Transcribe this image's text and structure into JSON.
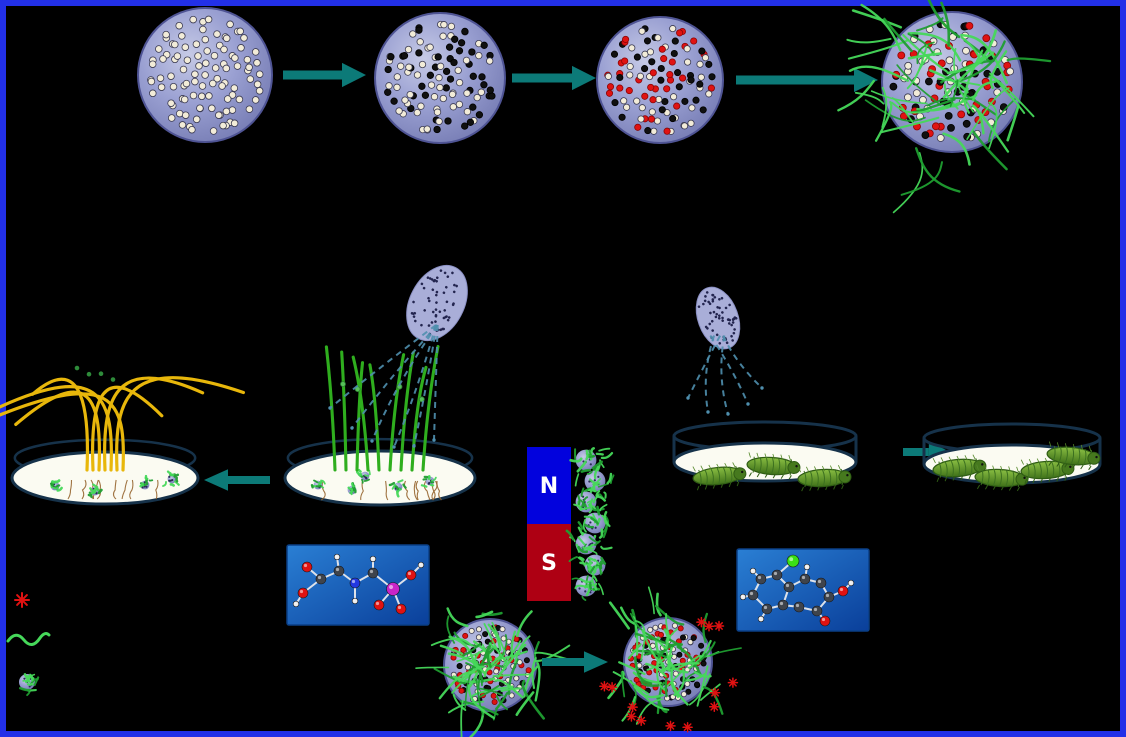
{
  "figure": {
    "type": "graphical-abstract-diagram",
    "background": "#000000",
    "border_color": "#2230e8"
  },
  "colors": {
    "arrow": "#0c7a78",
    "sphere_edge": "#4f5494",
    "dot_white": "#f2ecd8",
    "dot_black": "#101010",
    "dot_red": "#e01212",
    "fiber_green": "#46d85a",
    "fiber_green_dark": "#1f9e30",
    "dish_fill": "#fbfbf2",
    "dish_rim": "#16324a",
    "plant_yellow": "#e8b70b",
    "plant_green": "#2fae1e",
    "root_brown": "#96652f",
    "spray_body": "#a9aed8",
    "spray_streak": "#4f8fae",
    "magnet_north": "#0202dd",
    "magnet_south": "#ae0013",
    "molecule_box": "#1565c0",
    "larva_green": "#5f9c2d"
  },
  "synthesis_stages": [
    {
      "name": "porous-nanoparticle",
      "dots": {
        "white": 1.0
      }
    },
    {
      "name": "functionalized-nanoparticle",
      "dots": {
        "white": 0.52,
        "black": 0.48
      }
    },
    {
      "name": "cargo-loaded-nanoparticle",
      "dots": {
        "white": 0.42,
        "black": 0.3,
        "red": 0.28
      }
    },
    {
      "name": "polymer-coated-nanoparticle",
      "dots": {
        "white": 0.4,
        "black": 0.3,
        "red": 0.3
      },
      "coating": "polymer"
    }
  ],
  "magnet": {
    "north_label": "N",
    "south_label": "S"
  },
  "molecules": [
    {
      "name": "herbicide-molecule",
      "atoms": [
        [
          "O",
          20,
          22
        ],
        [
          "C",
          34,
          34
        ],
        [
          "O",
          16,
          48
        ],
        [
          "H",
          9,
          59
        ],
        [
          "C",
          52,
          26
        ],
        [
          "H",
          50,
          12
        ],
        [
          "N",
          68,
          38
        ],
        [
          "H",
          68,
          56
        ],
        [
          "C",
          86,
          28
        ],
        [
          "H",
          86,
          14
        ],
        [
          "P",
          106,
          44
        ],
        [
          "O",
          124,
          30
        ],
        [
          "H",
          134,
          20
        ],
        [
          "O",
          114,
          64
        ],
        [
          "O",
          92,
          60
        ]
      ],
      "bonds": [
        [
          0,
          1
        ],
        [
          1,
          2
        ],
        [
          2,
          3
        ],
        [
          1,
          4
        ],
        [
          4,
          5
        ],
        [
          4,
          6
        ],
        [
          6,
          7
        ],
        [
          6,
          8
        ],
        [
          8,
          9
        ],
        [
          8,
          10
        ],
        [
          10,
          11
        ],
        [
          11,
          12
        ],
        [
          10,
          13
        ],
        [
          10,
          14
        ]
      ]
    },
    {
      "name": "pesticide-molecule",
      "atoms": [
        [
          "C",
          24,
          30
        ],
        [
          "C",
          40,
          26
        ],
        [
          "C",
          52,
          38
        ],
        [
          "C",
          46,
          56
        ],
        [
          "C",
          30,
          60
        ],
        [
          "C",
          16,
          46
        ],
        [
          "C",
          68,
          30
        ],
        [
          "C",
          84,
          34
        ],
        [
          "C",
          92,
          48
        ],
        [
          "C",
          80,
          62
        ],
        [
          "C",
          62,
          58
        ],
        [
          "Cl",
          56,
          12
        ],
        [
          "O",
          106,
          42
        ],
        [
          "O",
          88,
          72
        ],
        [
          "H",
          16,
          22
        ],
        [
          "H",
          6,
          48
        ],
        [
          "H",
          24,
          70
        ],
        [
          "H",
          70,
          18
        ],
        [
          "H",
          114,
          34
        ]
      ],
      "bonds": [
        [
          0,
          1
        ],
        [
          1,
          2
        ],
        [
          2,
          3
        ],
        [
          3,
          4
        ],
        [
          4,
          5
        ],
        [
          5,
          0
        ],
        [
          2,
          6
        ],
        [
          6,
          7
        ],
        [
          7,
          8
        ],
        [
          8,
          9
        ],
        [
          9,
          10
        ],
        [
          10,
          3
        ],
        [
          1,
          11
        ],
        [
          8,
          12
        ],
        [
          9,
          13
        ],
        [
          0,
          14
        ],
        [
          5,
          15
        ],
        [
          4,
          16
        ],
        [
          6,
          17
        ],
        [
          12,
          18
        ]
      ]
    }
  ],
  "legend": {
    "items": [
      {
        "icon": "cargo-burst-icon",
        "color": "#e01212"
      },
      {
        "icon": "polymer-fiber-icon",
        "color": "#46d85a"
      },
      {
        "icon": "coated-nanoparticle-icon",
        "color": "#8f95cc"
      }
    ]
  }
}
